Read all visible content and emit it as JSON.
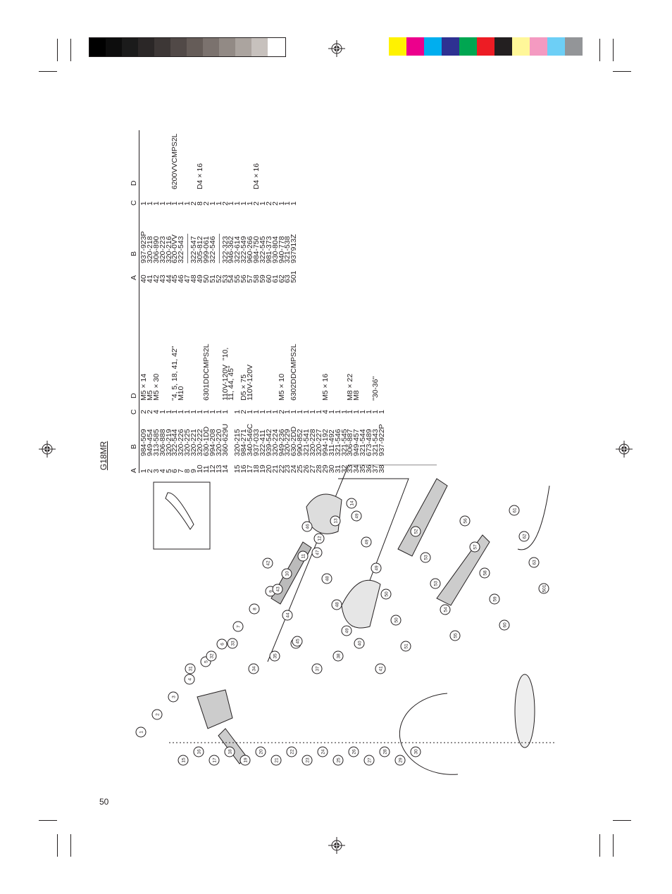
{
  "page": {
    "number": "50",
    "model": "G18MR"
  },
  "color_bar": {
    "grays": [
      "#000000",
      "#0d0d0d",
      "#1b1b1b",
      "#2b2727",
      "#3d3736",
      "#514947",
      "#655c58",
      "#7b726e",
      "#928a85",
      "#aba49f",
      "#c7c1bd",
      "#ffffff"
    ],
    "colors": [
      "#fff200",
      "#ec008c",
      "#00aeef",
      "#2e3192",
      "#00a651",
      "#ed1c24",
      "#231f20",
      "#fff799",
      "#f49ac1",
      "#6dcff6",
      "#939598"
    ]
  },
  "table": {
    "headers": [
      "A",
      "B",
      "C",
      "D",
      "A",
      "B",
      "C",
      "D"
    ],
    "left": {
      "A": [
        "1",
        "2",
        "3",
        "4",
        "5",
        "6",
        "7",
        "8",
        "9",
        "10",
        "11",
        "12",
        "13",
        "14",
        "",
        "15",
        "16",
        "17",
        "18",
        "19",
        "20",
        "21",
        "22",
        "23",
        "24",
        "25",
        "26",
        "27",
        "28",
        "29",
        "30",
        "31",
        "32",
        "33",
        "34",
        "35",
        "36",
        "37",
        "38"
      ],
      "B": [
        "984-509",
        "949-454",
        "313-585",
        "306-888",
        "320-219",
        "322-544",
        "320-226",
        "320-225",
        "320-221",
        "320-222",
        "630-1DD",
        "994-208",
        "320-220",
        "360-629U",
        "",
        "320-215",
        "984-271",
        "340-546C",
        "937-033",
        "322-411",
        "939-542",
        "320-224",
        "949-236",
        "320-229",
        "630-2DD",
        "990-852",
        "321-541",
        "320-228",
        "320-227",
        "994-192",
        "311-492",
        "321-546",
        "321-545",
        "306-887",
        "949-457",
        "321-544",
        "673-489",
        "321-543",
        "937-922P"
      ],
      "C": [
        "2",
        "2",
        "4",
        "1",
        "1",
        "1",
        "1",
        "1",
        "1",
        "1",
        "1",
        "1",
        "1",
        "1",
        "",
        "1",
        "2",
        "1",
        "1",
        "1",
        "1",
        "1",
        "2",
        "1",
        "1",
        "1",
        "1",
        "1",
        "1",
        "4",
        "1",
        "1",
        "1",
        "1",
        "1",
        "1",
        "1",
        "1",
        "1"
      ],
      "D": [
        "M5 × 14",
        "M5",
        "M5 × 30",
        "",
        "",
        "\"4, 5, 18, 41, 42\"",
        "M10",
        "",
        "",
        "",
        "6301DDCMPS2L",
        "",
        "",
        "110V-120V  \"10,",
        "11, 44, 45\"",
        "",
        "D5 × 75",
        "110V-120V",
        "",
        "",
        "",
        "",
        "M5 × 10",
        "",
        "6302DDCMPS2L",
        "",
        "",
        "",
        "",
        "M5 × 16",
        "",
        "",
        "",
        "M8 × 22",
        "M8",
        "",
        "",
        "\"30-36\"",
        ""
      ]
    },
    "right": {
      "A": [
        "40",
        "41",
        "42",
        "43",
        "44",
        "45",
        "46",
        "47",
        "48",
        "49",
        "50",
        "51",
        "52",
        "53",
        "54",
        "55",
        "56",
        "57",
        "58",
        "59",
        "60",
        "61",
        "62",
        "63",
        "501"
      ],
      "B": [
        "937-923P",
        "320-218",
        "306-890",
        "320-223",
        "320-216",
        "620-0VV",
        "322-543",
        "————",
        "322-547",
        "305-812",
        "999-061",
        "322-546",
        "————",
        "322-323",
        "946-362",
        "322-614",
        "322-549",
        "960-266",
        "984-750",
        "322-545",
        "981-373",
        "930-804",
        "940-778",
        "321-538",
        "937913Z"
      ],
      "C": [
        "1",
        "1",
        "1",
        "1",
        "1",
        "1",
        "1",
        "1",
        "2",
        "8",
        "2",
        "1",
        "1",
        "2",
        "1",
        "1",
        "1",
        "1",
        "2",
        "1",
        "2",
        "2",
        "1",
        "1",
        "1"
      ],
      "D": [
        "",
        "",
        "",
        "",
        "",
        "6200VVCMPS2L",
        "",
        "",
        "",
        "D4 × 16",
        "",
        "",
        "",
        "",
        "",
        "",
        "",
        "",
        "D4 × 16",
        "",
        "",
        "",
        "",
        "",
        ""
      ]
    }
  },
  "callouts": [
    "1",
    "2",
    "3",
    "4",
    "5",
    "6",
    "7",
    "8",
    "9",
    "10",
    "11",
    "12",
    "13",
    "14",
    "15",
    "16",
    "17",
    "18",
    "19",
    "20",
    "21",
    "22",
    "23",
    "24",
    "25",
    "26",
    "27",
    "28",
    "29",
    "30",
    "31",
    "32",
    "33",
    "34",
    "35",
    "36",
    "37",
    "38",
    "40",
    "41",
    "42",
    "43",
    "44",
    "45",
    "46",
    "47",
    "48",
    "48",
    "49",
    "49",
    "49",
    "49",
    "50",
    "50",
    "51",
    "52",
    "53",
    "53",
    "54",
    "55",
    "56",
    "57",
    "58",
    "59",
    "60",
    "61",
    "62",
    "63",
    "501"
  ]
}
